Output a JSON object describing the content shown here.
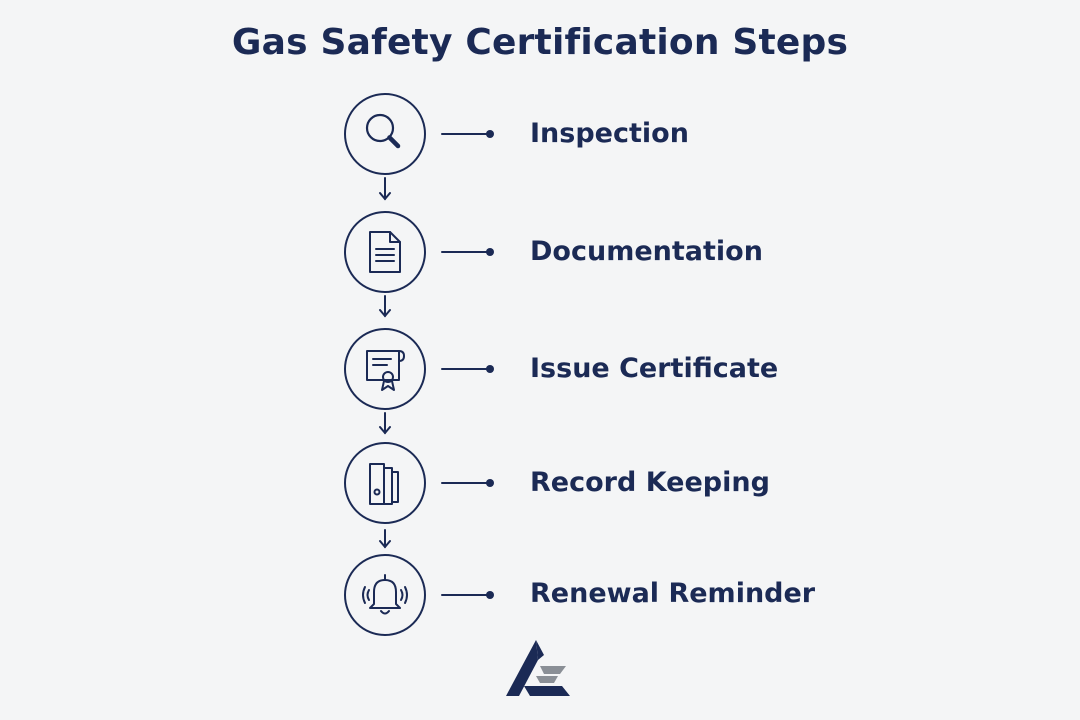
{
  "title": "Gas Safety Certification Steps",
  "steps": [
    {
      "label": "Inspection",
      "icon": "magnifying-glass-icon"
    },
    {
      "label": "Documentation",
      "icon": "document-icon"
    },
    {
      "label": "Issue Certificate",
      "icon": "certificate-icon"
    },
    {
      "label": "Record Keeping",
      "icon": "binder-icon"
    },
    {
      "label": "Renewal Reminder",
      "icon": "bell-icon"
    }
  ],
  "colors": {
    "primary": "#1b2a55",
    "background": "#f4f5f6",
    "logo_gray": "#8a8f96"
  }
}
